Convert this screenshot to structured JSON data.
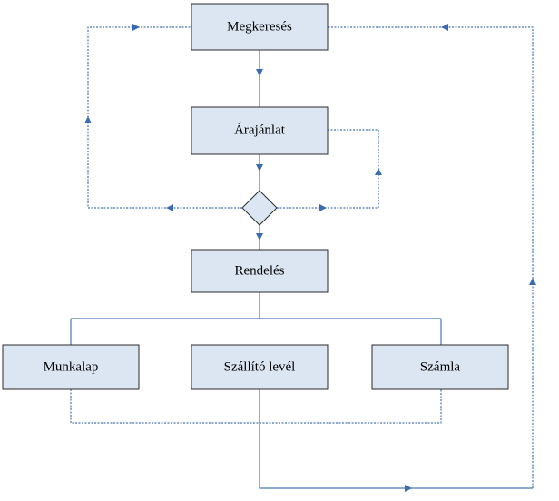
{
  "nodes": {
    "inquiry": "Megkeresés",
    "quote": "Árajánlat",
    "order": "Rendelés",
    "worksheet": "Munkalap",
    "delivery_note": "Szállító levél",
    "invoice": "Számla"
  },
  "colors": {
    "box_fill": "#dce6f2",
    "box_border": "#2b2b2b",
    "connector": "#4a76b5"
  },
  "icons": {
    "decision": "diamond-decision-icon",
    "arrow": "triangle-arrow-icon"
  }
}
